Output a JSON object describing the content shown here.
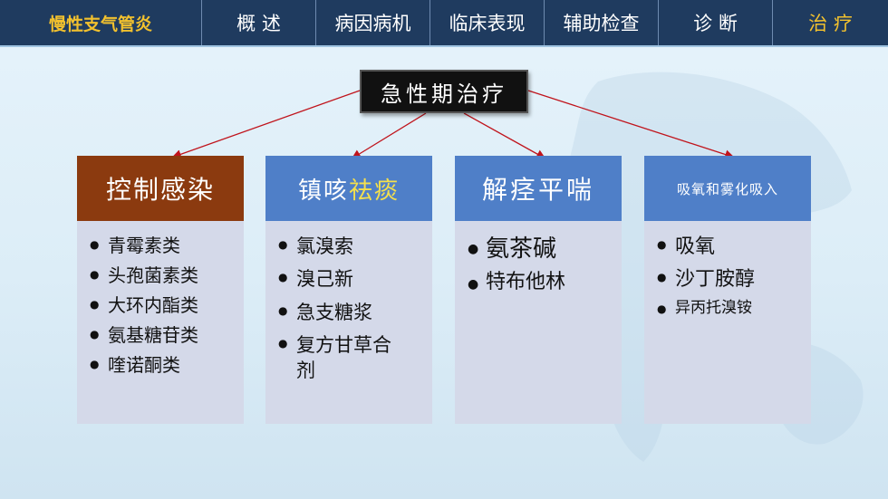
{
  "nav": {
    "brand": "慢性支气管炎",
    "tabs": [
      "概 述",
      "病因病机",
      "临床表现",
      "辅助检查",
      "诊 断",
      "治 疗"
    ],
    "active_tab": "治 疗"
  },
  "title": "急性期治疗",
  "columns": [
    {
      "heading": "控制感染",
      "items": [
        "青霉素类",
        "头孢菌素类",
        "大环内酯类",
        "氨基糖苷类",
        "喹诺酮类"
      ]
    },
    {
      "heading_a": "镇咳",
      "heading_b": "祛痰",
      "items": [
        "氯溴索",
        "溴己新",
        "急支糖浆",
        "复方甘草合剂"
      ]
    },
    {
      "heading": "解痉平喘",
      "items": [
        "氨茶碱",
        "特布他林"
      ]
    },
    {
      "heading": "吸氧和雾化吸入",
      "items": [
        "吸氧",
        "沙丁胺醇",
        "异丙托溴铵"
      ]
    }
  ],
  "colors": {
    "nav_bg": "#1f3b5f",
    "nav_active": "#f2c12e",
    "col1_head": "#8b3a0f",
    "col_head": "#4f7fc8",
    "col_body": "#d4d9e9",
    "arrow": "#c0141c"
  }
}
